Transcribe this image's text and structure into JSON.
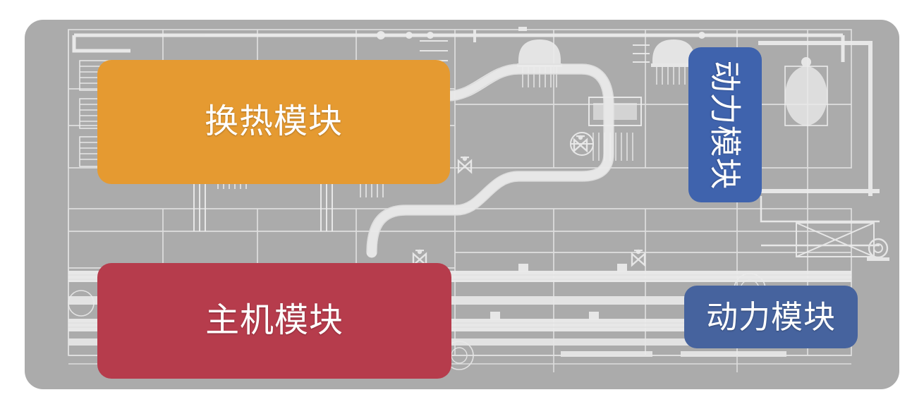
{
  "panel": {
    "background_color": "#ababab",
    "background_illustration": "industrial-piping-schematic",
    "illustration_description": "白色线框工业管道与设备平面布置图"
  },
  "modules": [
    {
      "id": "heat-exchange",
      "label": "换热模块",
      "color": "#e59a31",
      "orientation": "horizontal",
      "position": "top-left"
    },
    {
      "id": "main-engine",
      "label": "主机模块",
      "color": "#b63c4c",
      "orientation": "horizontal",
      "position": "bottom-left"
    },
    {
      "id": "power-vertical",
      "label": "动力模块",
      "color": "#3f63ad",
      "orientation": "vertical",
      "position": "top-right"
    },
    {
      "id": "power-horizontal",
      "label": "动力模块",
      "color": "#46639e",
      "orientation": "horizontal",
      "position": "bottom-right"
    }
  ]
}
